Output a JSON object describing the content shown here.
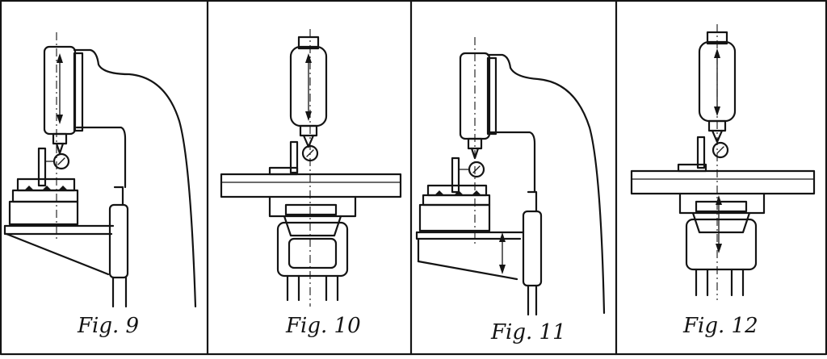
{
  "figures": [
    {
      "id": "fig9",
      "caption": "Fig. 9"
    },
    {
      "id": "fig10",
      "caption": "Fig. 10"
    },
    {
      "id": "fig11",
      "caption": "Fig. 11"
    },
    {
      "id": "fig12",
      "caption": "Fig. 12"
    }
  ],
  "colors": {
    "ink": "#141414",
    "paper": "#ffffff"
  }
}
